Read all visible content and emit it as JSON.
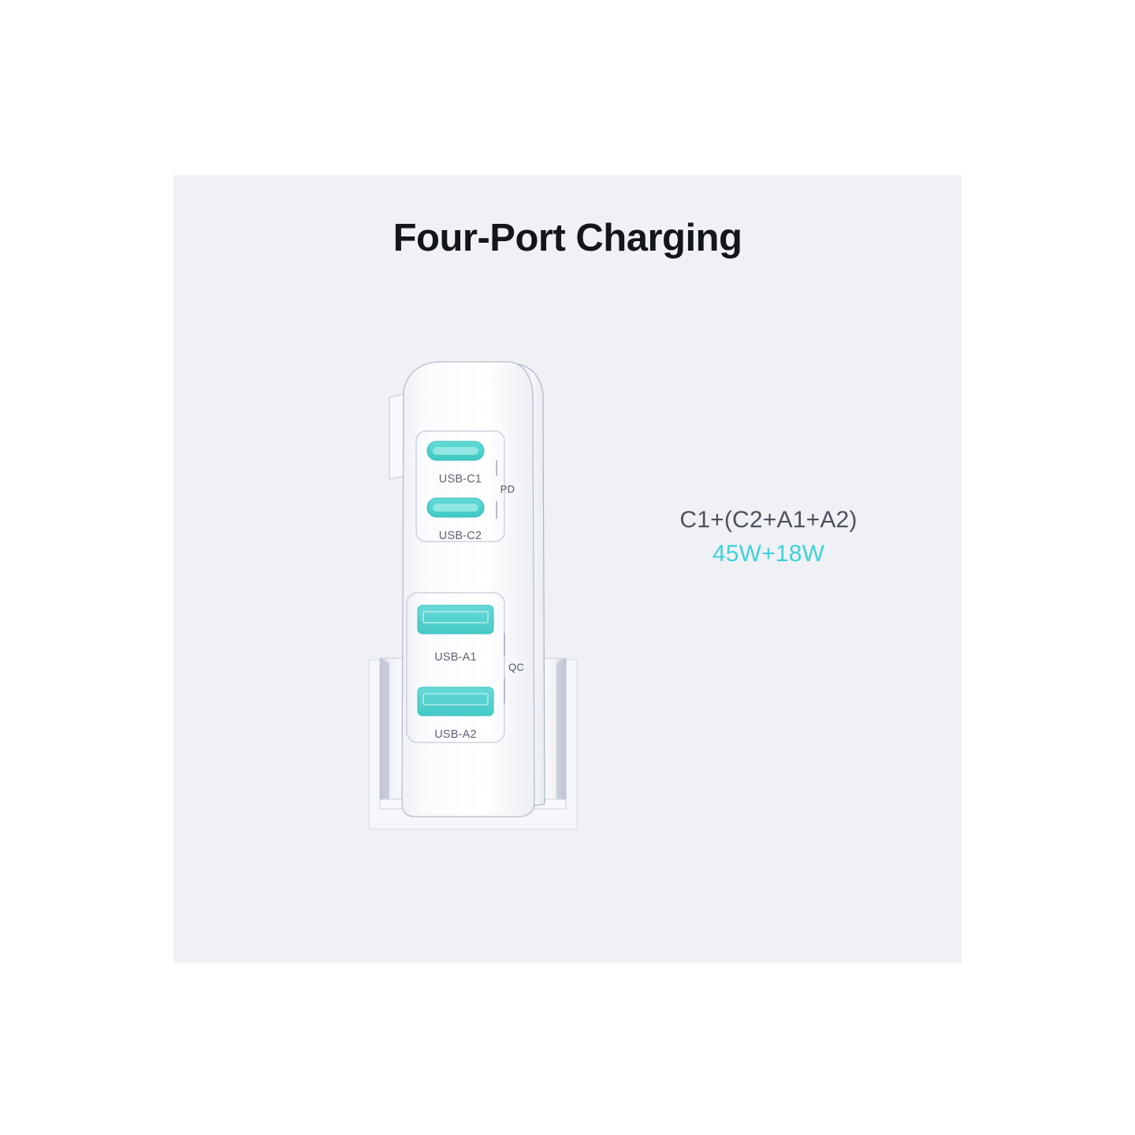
{
  "page": {
    "background_color": "#ffffff",
    "panel_color": "#f0f1f5"
  },
  "header": {
    "title": "Four-Port Charging"
  },
  "product": {
    "name": "usb-wall-charger",
    "body_color": "#fbfcfe",
    "port_color": "#4fd1ce",
    "port_inner_color": "#78ddda",
    "outline_color": "#b9bfcb",
    "ports": [
      {
        "id": "usb-c1",
        "label": "USB-C1",
        "type": "usb-c"
      },
      {
        "id": "usb-c2",
        "label": "USB-C2",
        "type": "usb-c"
      },
      {
        "id": "usb-a1",
        "label": "USB-A1",
        "type": "usb-a"
      },
      {
        "id": "usb-a2",
        "label": "USB-A2",
        "type": "usb-a"
      }
    ],
    "groups": [
      {
        "id": "pd-group",
        "label": "PD",
        "members": [
          "USB-C1",
          "USB-C2"
        ]
      },
      {
        "id": "qc-group",
        "label": "QC",
        "members": [
          "USB-A1",
          "USB-A2"
        ]
      }
    ]
  },
  "spec": {
    "combination": "C1+(C2+A1+A2)",
    "output": "45W+18W",
    "combination_color": "#4c525c",
    "output_color": "#3ed2d9"
  }
}
